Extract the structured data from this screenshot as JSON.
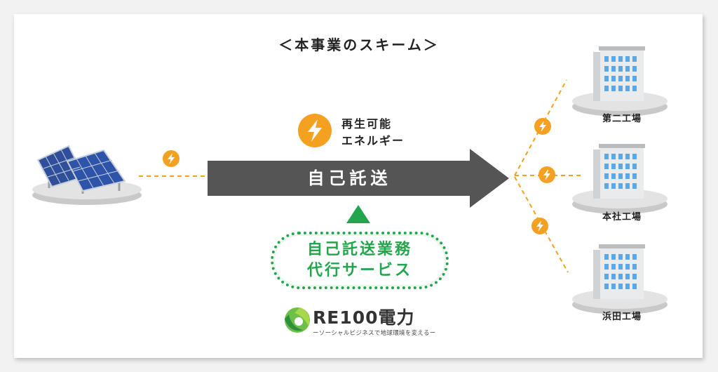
{
  "title": "＜本事業のスキーム＞",
  "arrow_label": "自己託送",
  "energy": {
    "line1": "再生可能",
    "line2": "エネルギー",
    "color": "#f4a020"
  },
  "service": {
    "line1": "自己託送業務",
    "line2": "代行サービス",
    "color": "#21a64b"
  },
  "factories": [
    {
      "label": "第二工場"
    },
    {
      "label": "本社工場"
    },
    {
      "label": "浜田工場"
    }
  ],
  "brand": {
    "name": "RE100電力",
    "tagline": "ーソーシャルビジネスで地球環境を変えるー"
  },
  "icons": {
    "energy": "lightning-bolt-icon",
    "solar": "solar-panel-icon",
    "factory": "factory-building-icon",
    "logo": "re100-leaf-logo"
  },
  "colors": {
    "arrow": "#555555",
    "dash": "#f4a020",
    "triangle": "#21a64b"
  }
}
